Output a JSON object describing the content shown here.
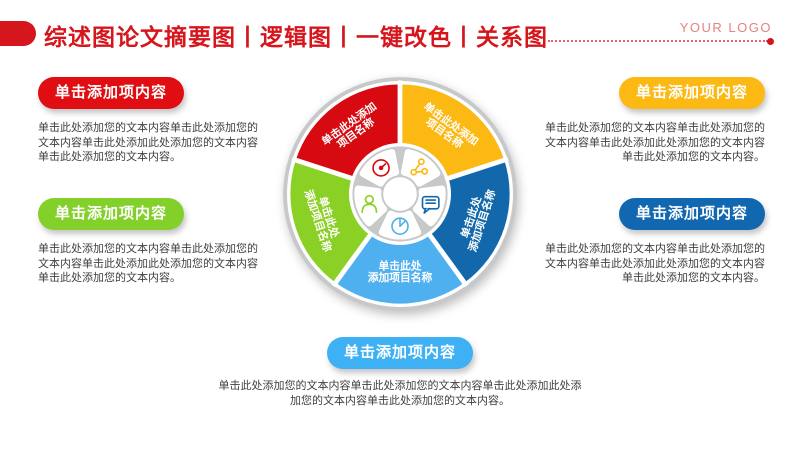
{
  "header": {
    "title": "综述图论文摘要图丨逻辑图丨一键改色丨关系图",
    "logo_text": "YOUR LOGO",
    "accent_color": "#d5161c",
    "logo_color": "#e2837e"
  },
  "callouts": {
    "top_left": {
      "label": "单击添加项内容",
      "color": "#e00d12",
      "body": "单击此处添加您的文本内容单击此处添加您的文本内容单击此处添加此处添加您的文本内容单击此处添加您的文本内容。"
    },
    "top_right": {
      "label": "单击添加项内容",
      "color": "#fcb813",
      "body": "单击此处添加您的文本内容单击此处添加您的文本内容单击此处添加此处添加您的文本内容单击此处添加您的文本内容。"
    },
    "bottom_left": {
      "label": "单击添加项内容",
      "color": "#84d02a",
      "body": "单击此处添加您的文本内容单击此处添加您的文本内容单击此处添加此处添加您的文本内容单击此处添加您的文本内容。"
    },
    "bottom_right": {
      "label": "单击添加项内容",
      "color": "#1268b0",
      "body": "单击此处添加您的文本内容单击此处添加您的文本内容单击此处添加此处添加您的文本内容单击此处添加您的文本内容。"
    },
    "bottom_center": {
      "label": "单击添加项内容",
      "color": "#3eb1f4",
      "body": "单击此处添加您的文本内容单击此处添加您的文本内容单击此处添加此处添加您的文本内容单击此处添加您的文本内容。"
    }
  },
  "wheel": {
    "ring_color": "#c6c8ca",
    "hub_color": "#c6c8ca",
    "label_text_color": "#ffffff",
    "segments": [
      {
        "name": "red",
        "color": "#d60a10",
        "line1": "单击此处添加",
        "line2": "项目名称",
        "icon": "gauge-icon"
      },
      {
        "name": "yellow",
        "color": "#fcb813",
        "line1": "单击此处添加",
        "line2": "项目名称",
        "icon": "share-icon"
      },
      {
        "name": "blue",
        "color": "#1268ab",
        "line1": "单击此处",
        "line2": "添加项目名称",
        "icon": "chat-icon"
      },
      {
        "name": "lightblue",
        "color": "#4fb0ef",
        "line1": "单击此处",
        "line2": "添加项目名称",
        "icon": "pie-chart-icon"
      },
      {
        "name": "green",
        "color": "#8bd024",
        "line1": "单击此处",
        "line2": "添加项目名称",
        "icon": "person-icon"
      }
    ]
  }
}
